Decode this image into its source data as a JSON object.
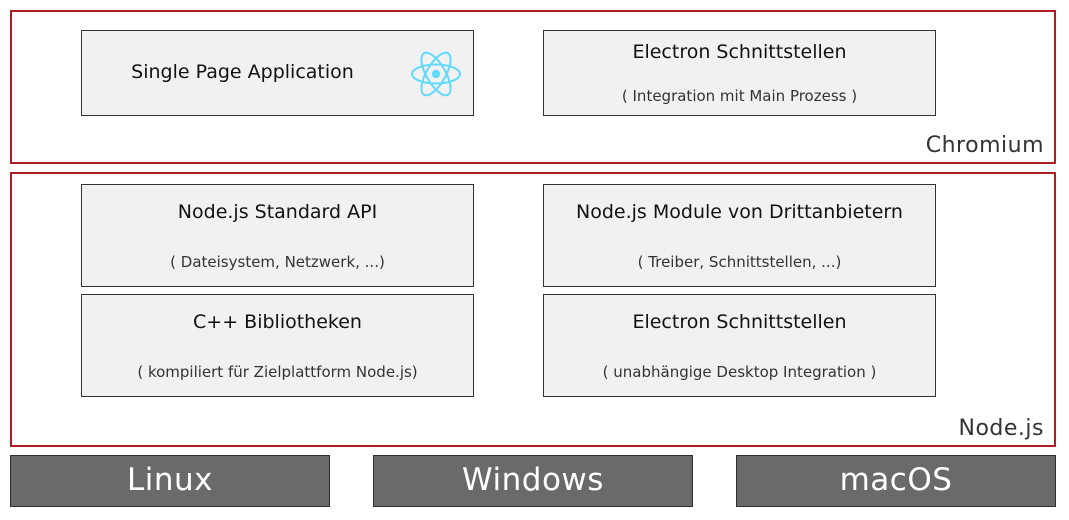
{
  "layers": {
    "chromium": {
      "label": "Chromium"
    },
    "node": {
      "label": "Node.js"
    }
  },
  "boxes": {
    "spa": {
      "title": "Single Page Application",
      "icon": "react-icon"
    },
    "electron_top": {
      "title": "Electron Schnittstellen",
      "subtitle": "( Integration mit Main Prozess )"
    },
    "node_std": {
      "title": "Node.js Standard API",
      "subtitle": "( Dateisystem, Netzwerk, ...)"
    },
    "node_mod": {
      "title": "Node.js Module von Drittanbietern",
      "subtitle": "( Treiber, Schnittstellen, ...)"
    },
    "cpp": {
      "title": "C++ Bibliotheken",
      "subtitle": "( kompiliert für Zielplattform Node.js)"
    },
    "electron_bottom": {
      "title": "Electron Schnittstellen",
      "subtitle": "( unabhängige Desktop Integration )"
    }
  },
  "os": [
    "Linux",
    "Windows",
    "macOS"
  ],
  "colors": {
    "layer_border": "#b01c24",
    "box_fill": "#f1f1f1",
    "os_fill": "#6a6a6a",
    "react_icon": "#61dafb"
  }
}
